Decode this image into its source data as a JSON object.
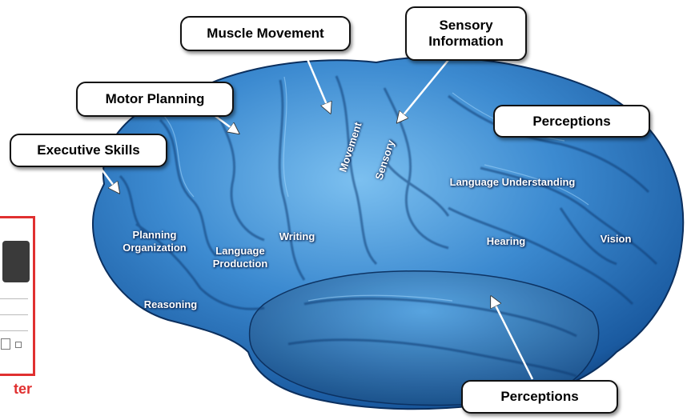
{
  "callouts": {
    "muscle_movement": "Muscle Movement",
    "sensory_information": "Sensory\nInformation",
    "motor_planning": "Motor Planning",
    "perceptions_top": "Perceptions",
    "executive_skills": "Executive Skills",
    "perceptions_bottom": "Perceptions"
  },
  "regions": {
    "movement": "Movement",
    "sensory": "Sensory",
    "language_understanding": "Language Understanding",
    "planning_organization": "Planning\nOrganization",
    "writing": "Writing",
    "language_production": "Language\nProduction",
    "hearing": "Hearing",
    "vision": "Vision",
    "reasoning": "Reasoning"
  },
  "thumbnail": {
    "caption": "ter"
  },
  "colors": {
    "brain_light": "#6fb3e8",
    "brain_mid": "#2f7fc6",
    "brain_dark": "#0f3f7a",
    "callout_border": "#111111",
    "thumbnail_accent": "#e03030"
  }
}
